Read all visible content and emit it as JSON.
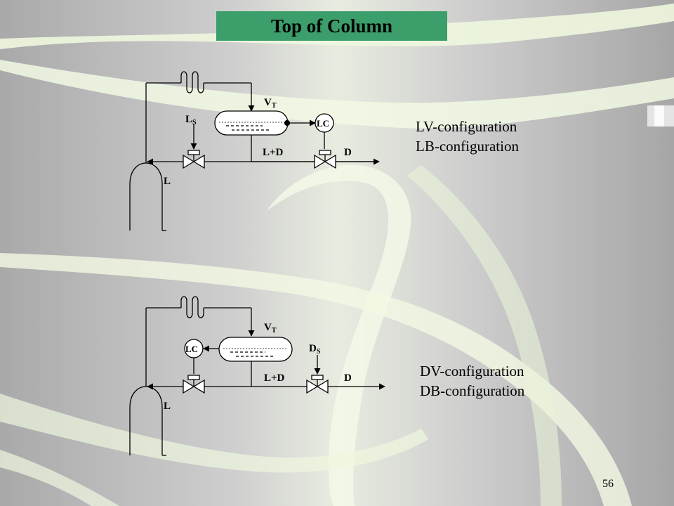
{
  "title": "Top of Column",
  "page_number": "56",
  "diagram_top": {
    "labels": {
      "vt": "V",
      "vt_sub": "T",
      "ls": "L",
      "ls_sub": "S",
      "lc": "LC",
      "lpd": "L+D",
      "d": "D",
      "l": "L"
    },
    "configs": [
      "LV-configuration",
      "LB-configuration"
    ]
  },
  "diagram_bottom": {
    "labels": {
      "vt": "V",
      "vt_sub": "T",
      "lc": "LC",
      "ds": "D",
      "ds_sub": "S",
      "lpd": "L+D",
      "d": "D",
      "l": "L"
    },
    "configs": [
      "DV-configuration",
      "DB-configuration"
    ]
  },
  "colors": {
    "title_fill": "#3c9e6a",
    "background_grey": "#a8a8a8",
    "ribbon_light": "#f3fbe6"
  }
}
